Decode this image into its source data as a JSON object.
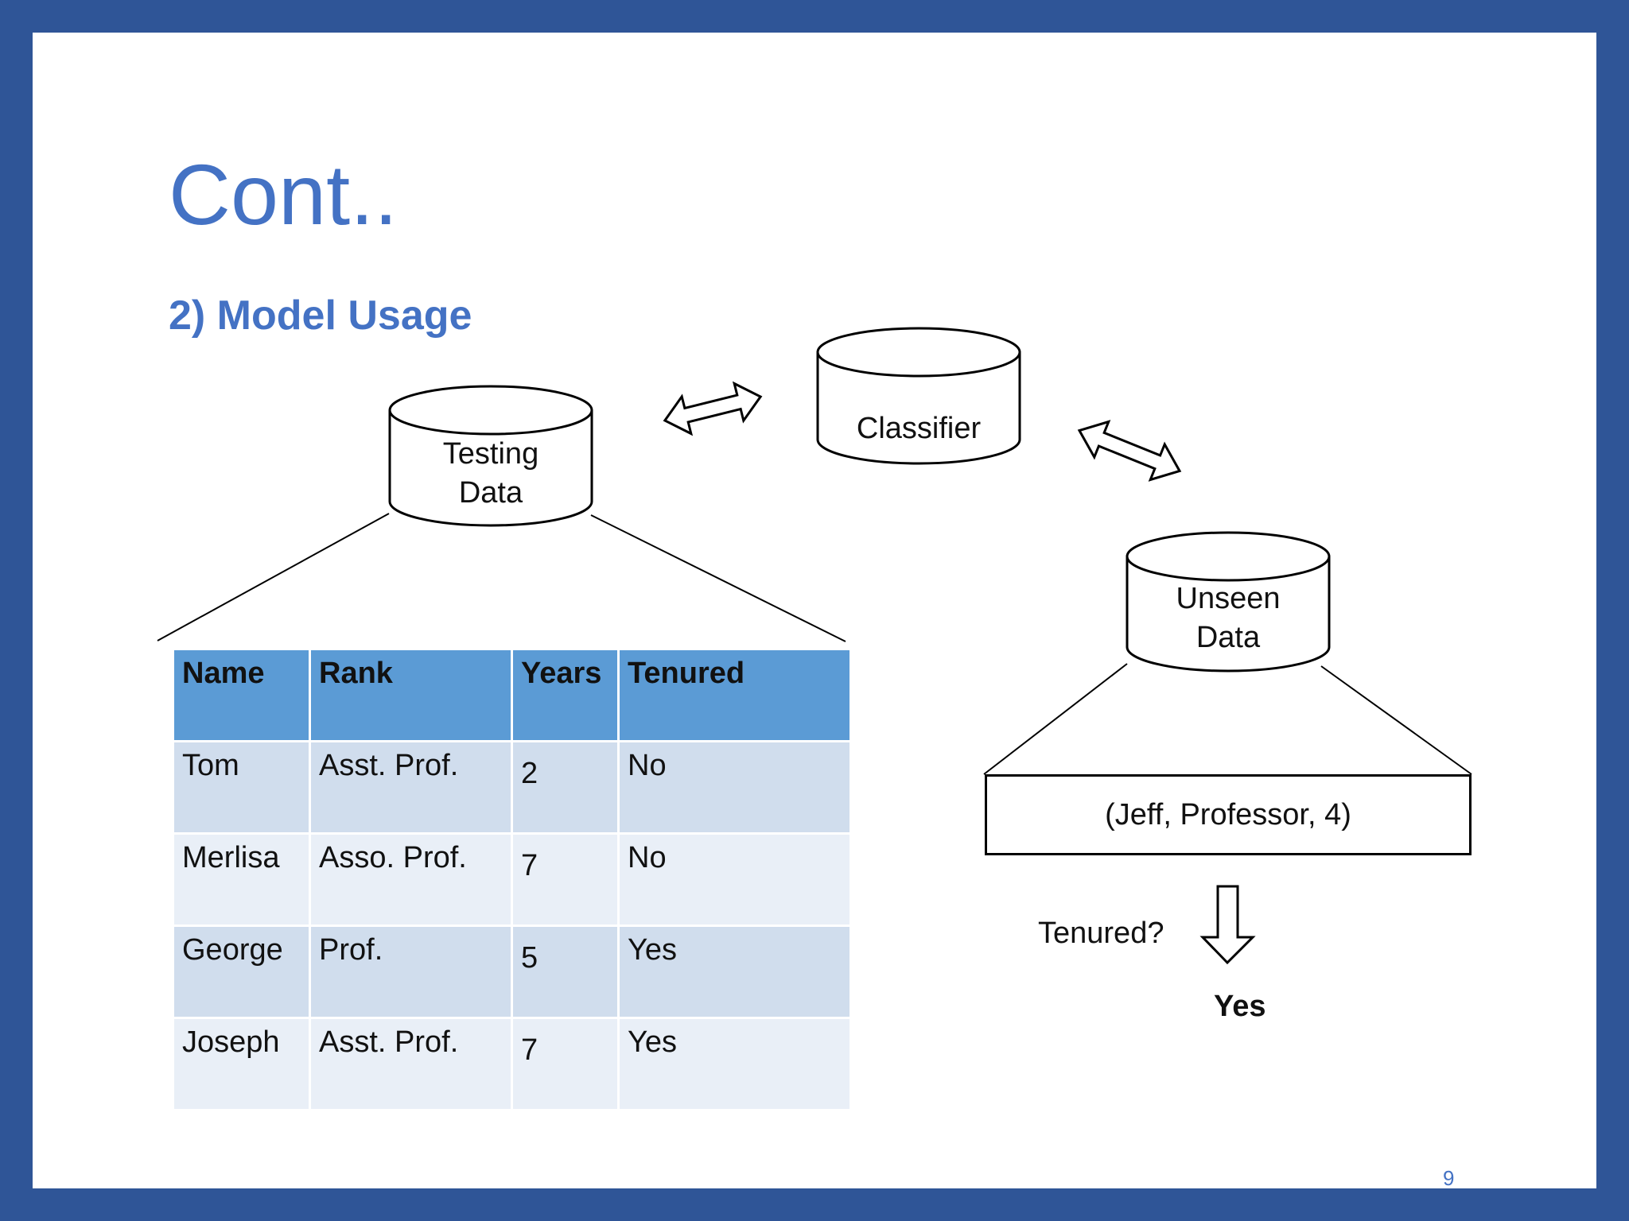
{
  "slide": {
    "title": "Cont..",
    "subtitle": "2) Model Usage",
    "page_number": "9"
  },
  "cylinders": {
    "testing_data": [
      "Testing",
      "Data"
    ],
    "classifier": "Classifier",
    "unseen_data": [
      "Unseen",
      "Data"
    ]
  },
  "table": {
    "headers": [
      "Name",
      "Rank",
      "Years",
      "Tenured"
    ],
    "rows": [
      [
        "Tom",
        "Asst. Prof.",
        "2",
        "No"
      ],
      [
        "Merlisa",
        "Asso. Prof.",
        "7",
        "No"
      ],
      [
        "George",
        "Prof.",
        "5",
        "Yes"
      ],
      [
        "Joseph",
        "Asst. Prof.",
        "7",
        "Yes"
      ]
    ]
  },
  "unseen_record": "(Jeff, Professor, 4)",
  "question": "Tenured?",
  "answer": "Yes",
  "colors": {
    "frame": "#2f5597",
    "title": "#4472c4",
    "header_fill": "#5b9bd5",
    "row_dark": "#d0dded",
    "row_light": "#e9eff7"
  }
}
